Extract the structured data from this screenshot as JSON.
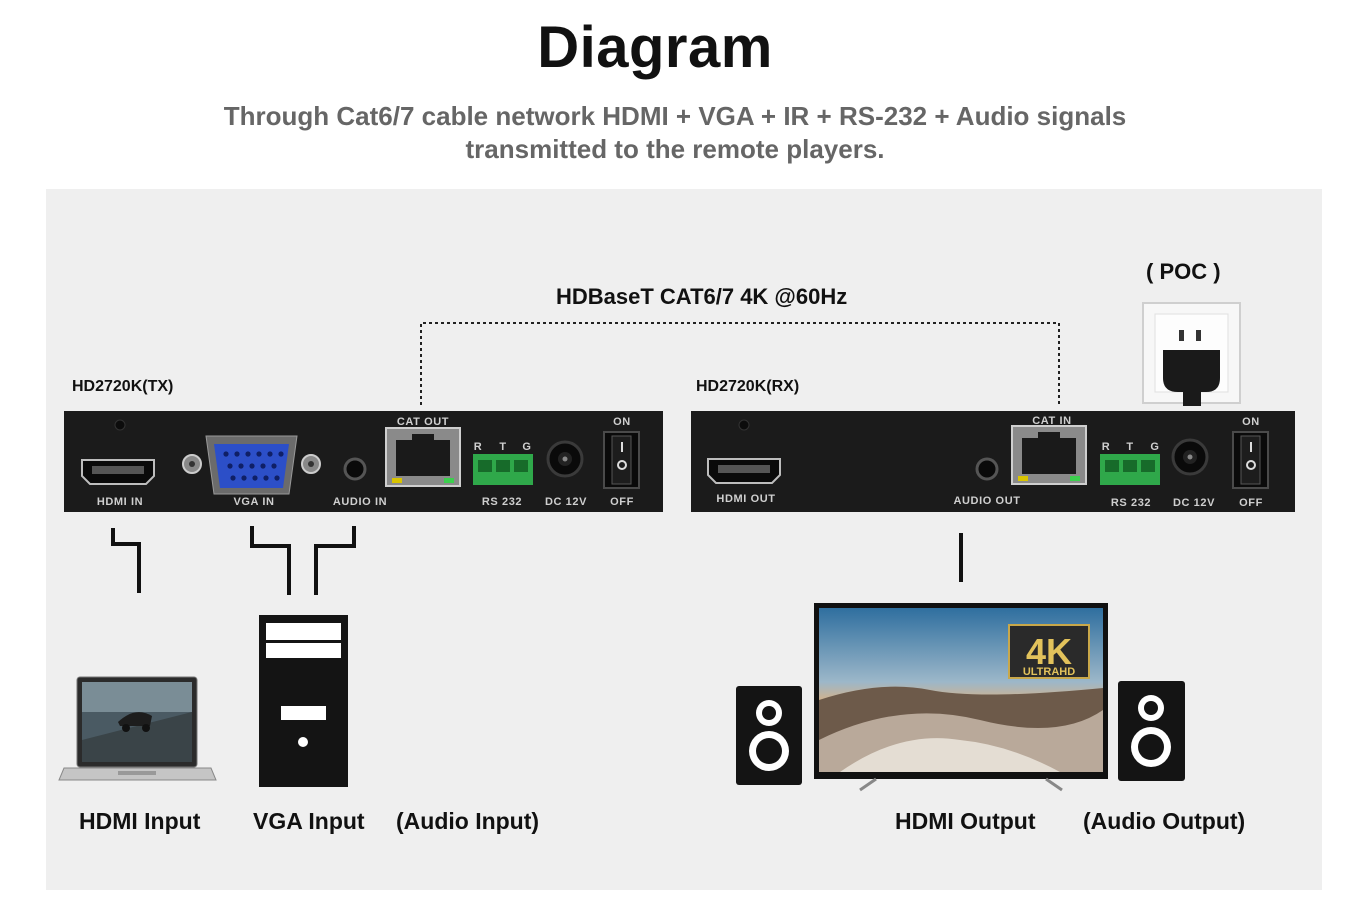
{
  "title": "Diagram",
  "subtitle_line1": "Through Cat6/7 cable network HDMI + VGA + IR + RS-232 + Audio signals",
  "subtitle_line2": "transmitted to the remote players.",
  "link_label": "HDBaseT CAT6/7 4K @60Hz",
  "poc_label": "( POC )",
  "tx": {
    "label": "HD2720K(TX)",
    "ports": {
      "hdmi": "HDMI IN",
      "vga": "VGA IN",
      "audio": "AUDIO IN",
      "cat": "CAT OUT",
      "rs232": "RS 232",
      "dc": "DC 12V",
      "on": "ON",
      "off": "OFF",
      "r": "R",
      "t": "T",
      "g": "G"
    }
  },
  "rx": {
    "label": "HD2720K(RX)",
    "ports": {
      "hdmi": "HDMI OUT",
      "audio": "AUDIO OUT",
      "cat": "CAT IN",
      "rs232": "RS 232",
      "dc": "DC 12V",
      "on": "ON",
      "off": "OFF",
      "r": "R",
      "t": "T",
      "g": "G"
    }
  },
  "devices": {
    "hdmi_input": "HDMI Input",
    "vga_input": "VGA Input",
    "audio_input": "(Audio Input)",
    "hdmi_output": "HDMI Output",
    "audio_output": "(Audio Output)"
  },
  "tv_badge": {
    "main": "4K",
    "sub": "ULTRAHD"
  },
  "colors": {
    "device": "#1b1b1b",
    "rj45": "#8a8a8a",
    "terminal": "#2fa84a",
    "vga": "#2c4fc8",
    "panel": "#efefef",
    "subtitle": "#666666"
  }
}
